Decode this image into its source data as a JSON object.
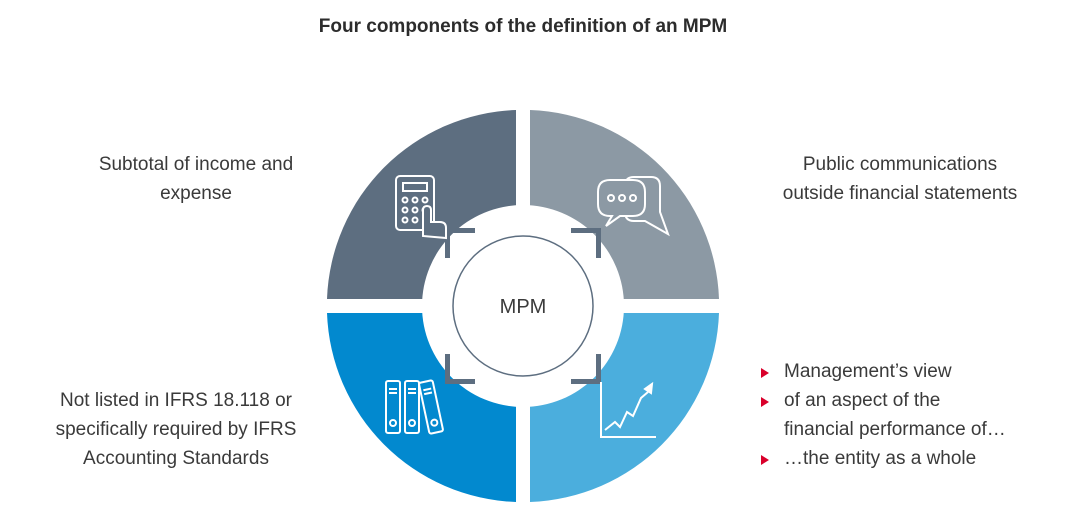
{
  "title": "Four components of the definition of an MPM",
  "center_label": "MPM",
  "quadrants": {
    "top_left": {
      "lines": [
        "Subtotal of income and",
        "expense"
      ],
      "color": "#5d6e80",
      "icon": "calculator-icon"
    },
    "top_right": {
      "lines": [
        "Public communications",
        "outside financial statements"
      ],
      "color": "#8c99a4",
      "icon": "chat-bubbles-icon"
    },
    "bottom_left": {
      "lines": [
        "Not listed in IFRS 18.118 or",
        "specifically required by IFRS",
        "Accounting Standards"
      ],
      "color": "#0289cf",
      "icon": "binders-icon"
    },
    "bottom_right": {
      "bullets": [
        {
          "text": "Management’s view",
          "marker": true
        },
        {
          "text": "of an aspect of the",
          "marker": true
        },
        {
          "text": "financial performance of…",
          "marker": false
        },
        {
          "text": "…the entity as a whole",
          "marker": true
        }
      ],
      "color": "#4baedd",
      "icon": "trend-chart-icon"
    }
  },
  "colors": {
    "bullet_marker": "#d9002b",
    "inner_ring": "#5d6e80"
  }
}
